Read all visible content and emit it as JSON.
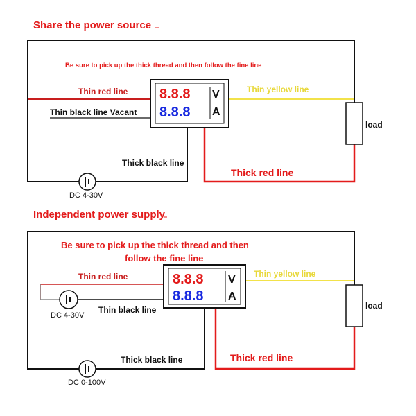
{
  "colors": {
    "red": "#e31b1b",
    "dark_red": "#c81e1e",
    "black": "#111111",
    "yellow": "#f2e24a",
    "yellow_text": "#e8d83a",
    "blue": "#1a2be0",
    "gray_wire": "#8a8a8a"
  },
  "top": {
    "title": "Share the power source",
    "note": "Be sure to pick up the thick thread and then follow the fine line",
    "thin_red": "Thin red line",
    "thin_black": "Thin black line Vacant",
    "thin_yellow": "Thin yellow line",
    "thick_black": "Thick black line",
    "thick_red": "Thick red line",
    "load": "load",
    "source": "DC 4-30V",
    "meter": {
      "volts": "8.8.8",
      "amps": "8.8.8",
      "v_unit": "V",
      "a_unit": "A"
    }
  },
  "bottom": {
    "title": "Independent power supply",
    "note_line1": "Be sure to pick up the thick thread and then",
    "note_line2": "follow the fine line",
    "thin_red": "Thin red line",
    "thin_black": "Thin black line",
    "thin_yellow": "Thin yellow line",
    "thick_black": "Thick black line",
    "thick_red": "Thick red line",
    "load": "load",
    "source_small": "DC 4-30V",
    "source_main": "DC 0-100V",
    "meter": {
      "volts": "8.8.8",
      "amps": "8.8.8",
      "v_unit": "V",
      "a_unit": "A"
    }
  }
}
